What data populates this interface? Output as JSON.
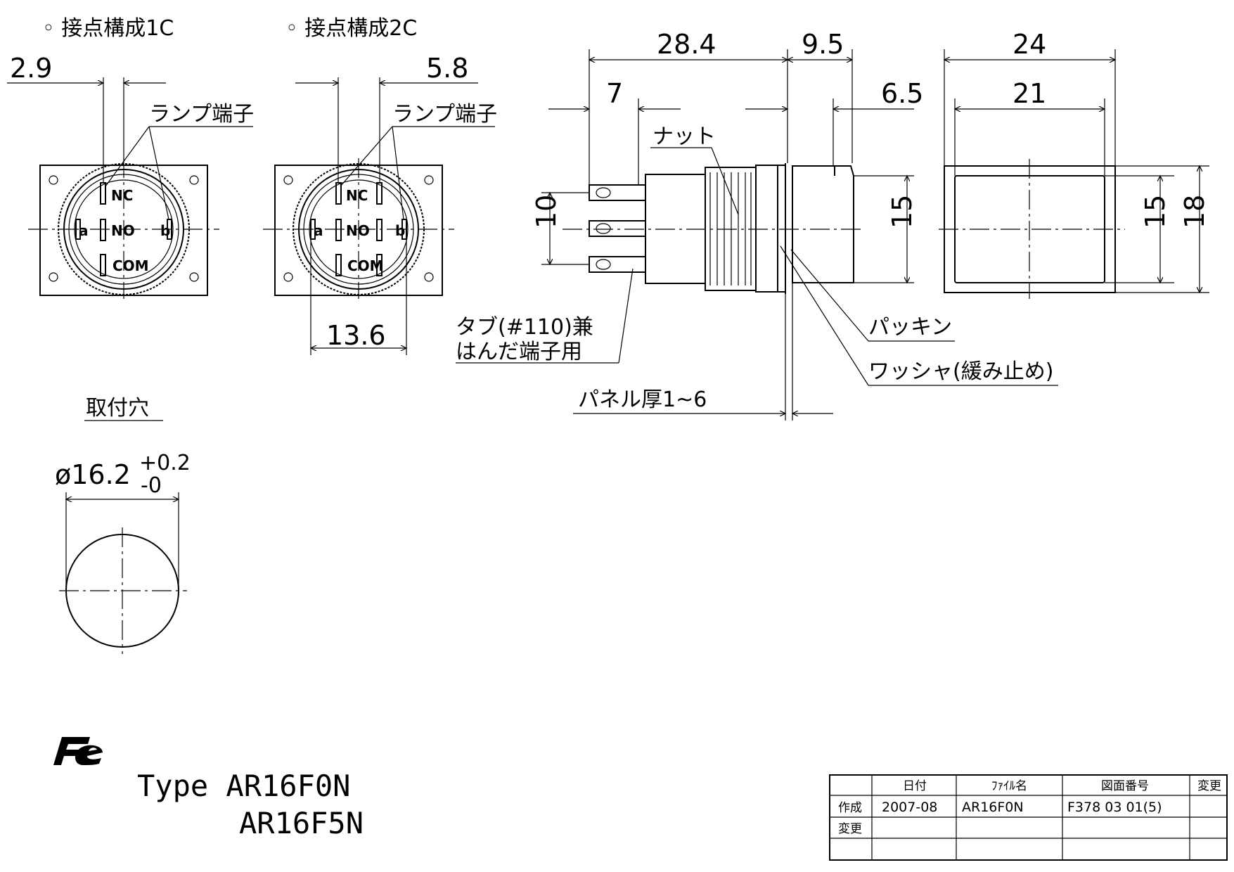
{
  "labels": {
    "config_1c": "◦ 接点構成1C",
    "config_2c": "◦ 接点構成2C",
    "lamp_terminal": "ランプ端子",
    "nut": "ナット",
    "tab": "タブ(#110)兼",
    "solder": "はんだ端子用",
    "packing": "パッキン",
    "washer": "ワッシャ(緩み止め)",
    "panel": "パネル厚1~6",
    "mounting_hole": "取付穴",
    "hole_dia": "ø16.2",
    "tol_plus": "+0.2",
    "tol_minus": "-0"
  },
  "terminals": {
    "nc": "NC",
    "no": "NO",
    "com": "COM",
    "a": "a",
    "b": "b"
  },
  "dims": {
    "d2_9": "2.9",
    "d5_8": "5.8",
    "d13_6": "13.6",
    "d28_4": "28.4",
    "d9_5": "9.5",
    "d7": "7",
    "d6_5": "6.5",
    "d10": "10",
    "d15": "15",
    "d24": "24",
    "d21": "21",
    "d18": "18"
  },
  "title": {
    "type": "Type AR16F0N",
    "type2": "AR16F5N",
    "logo": "Fe"
  },
  "table": {
    "h_date": "日付",
    "h_file": "ﾌｧｲﾙ名",
    "h_drawing": "図面番号",
    "h_change": "変更",
    "r1_label": "作成",
    "r1_date": "2007-08",
    "r1_file": "AR16F0N",
    "r1_drawing": "F378 03 01(5)",
    "r2_label": "変更"
  }
}
